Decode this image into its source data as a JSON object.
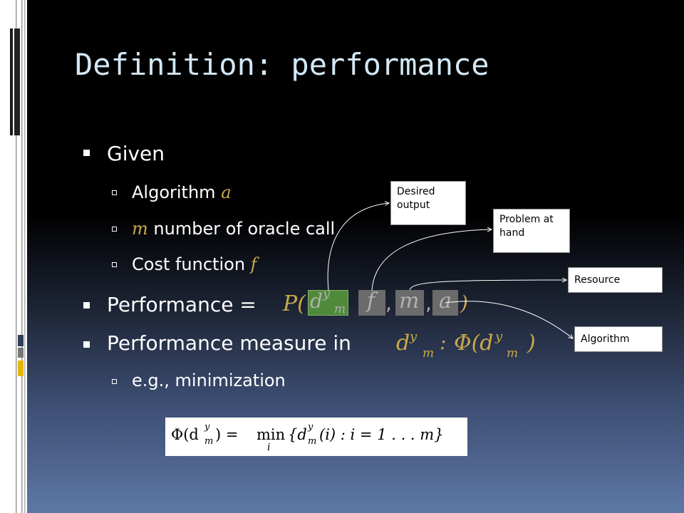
{
  "slide": {
    "title": "Definition: performance",
    "bullets": {
      "given": "Given",
      "algorithm_label": "Algorithm",
      "algorithm_var": "a",
      "m_var": "m",
      "oracle_text": "number of oracle call",
      "cost_label": "Cost function",
      "cost_var": "f",
      "performance_label": "Performance = ",
      "performance_p": "P(",
      "perf_d": "d",
      "perf_sup": "y",
      "perf_sub": "m",
      "perf_f": "f",
      "perf_comma1": ",",
      "perf_m": "m",
      "perf_comma2": ",",
      "perf_a": "a",
      "perf_close": ")",
      "measure_label": "Performance measure in ",
      "measure_d": "d",
      "measure_sup": "y",
      "measure_sub": "m",
      "measure_colon": ":",
      "measure_phi": "Φ(d",
      "measure_phi_sup": "y",
      "measure_phi_sub": "m",
      "measure_close": ")",
      "example": "e.g., minimization"
    },
    "callouts": {
      "desired": "Desired output",
      "problem": "Problem at hand",
      "resource": "Resource",
      "algorithm": "Algorithm"
    },
    "formula": {
      "lhs": "Φ(d",
      "lhs_sup": "y",
      "lhs_sub": "m",
      "lhs_close": ") = ",
      "min": "min",
      "min_sub": "i",
      "rhs": "{d",
      "rhs_sup": "y",
      "rhs_sub": "m",
      "rhs_rest": "(i) : i = 1 . . . m}"
    },
    "colors": {
      "title": "#d3e7f5",
      "italic_var": "#c9a94a",
      "chip_green": "#4f8a3a",
      "chip_gray": "#6b6b6b"
    }
  }
}
